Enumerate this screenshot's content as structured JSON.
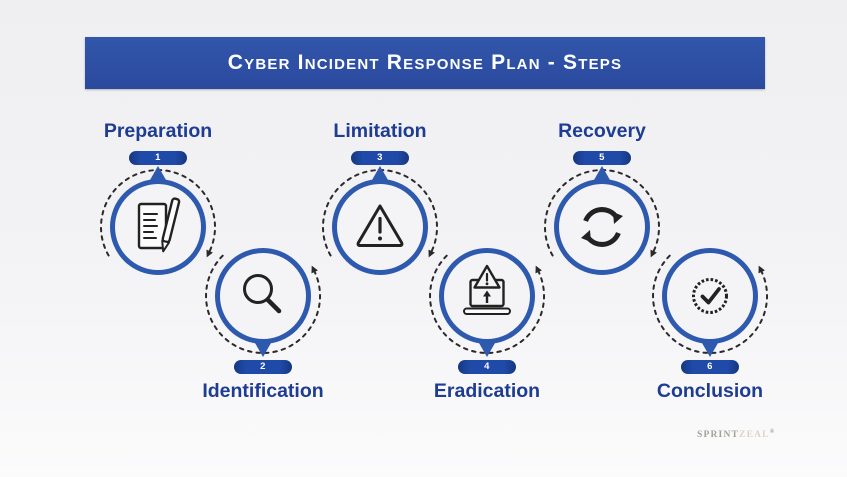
{
  "header": {
    "title": "Cyber Incident Response Plan - Steps"
  },
  "steps": [
    {
      "number": "1",
      "label": "Preparation",
      "icon": "document-pencil-icon",
      "row": "top"
    },
    {
      "number": "2",
      "label": "Identification",
      "icon": "magnifier-icon",
      "row": "bottom"
    },
    {
      "number": "3",
      "label": "Limitation",
      "icon": "warning-triangle-icon",
      "row": "top"
    },
    {
      "number": "4",
      "label": "Eradication",
      "icon": "laptop-warning-icon",
      "row": "bottom"
    },
    {
      "number": "5",
      "label": "Recovery",
      "icon": "refresh-arrows-icon",
      "row": "top"
    },
    {
      "number": "6",
      "label": "Conclusion",
      "icon": "seal-check-icon",
      "row": "bottom"
    }
  ],
  "watermark": {
    "brand_primary": "SPRINT",
    "brand_secondary": "ZEAL",
    "registered": "®"
  },
  "colors": {
    "banner_blue": "#2d4fa4",
    "circle_ring_blue": "#2d59ae",
    "badge_blue": "#1f4aa8",
    "label_blue": "#1e3c92",
    "icon_black": "#222222",
    "background_gray": "#f2f2f4"
  }
}
